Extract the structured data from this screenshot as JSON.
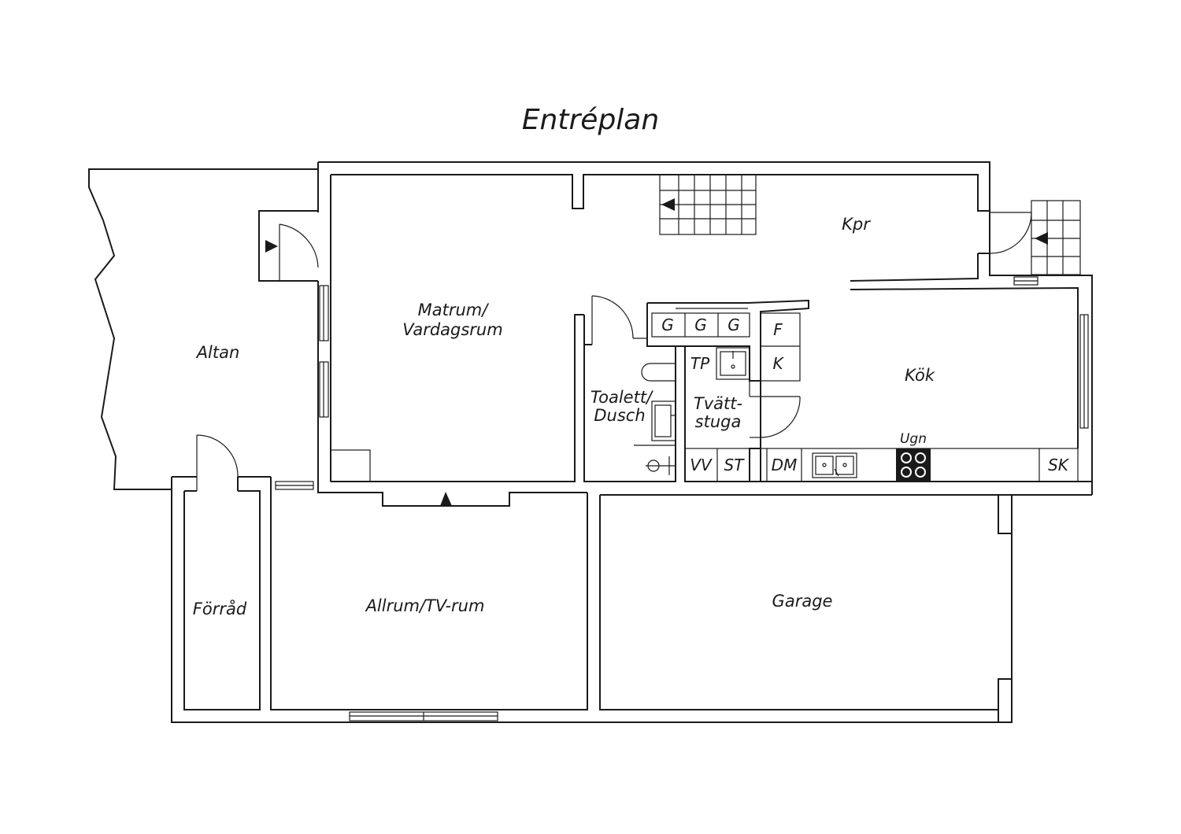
{
  "title": "Entréplan",
  "rooms": {
    "altan": "Altan",
    "matrum_line1": "Matrum/",
    "matrum_line2": "Vardagsrum",
    "kpr": "Kpr",
    "kok": "Kök",
    "toalett_line1": "Toalett/",
    "toalett_line2": "Dusch",
    "tvatt_line1": "Tvätt-",
    "tvatt_line2": "stuga",
    "forrad": "Förråd",
    "allrum": "Allrum/TV-rum",
    "garage": "Garage"
  },
  "fixtures": {
    "g1": "G",
    "g2": "G",
    "g3": "G",
    "f": "F",
    "k": "K",
    "tp": "TP",
    "vv": "VV",
    "st": "ST",
    "dm": "DM",
    "ugn": "Ugn",
    "sk": "SK"
  }
}
